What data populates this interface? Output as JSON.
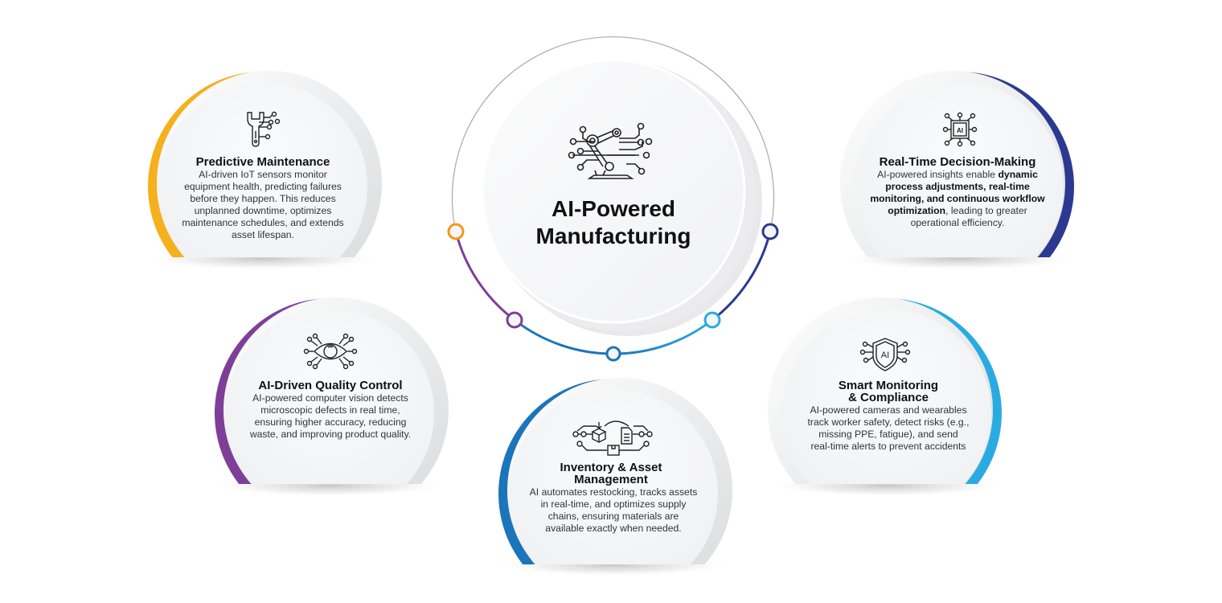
{
  "center": {
    "title_line1": "AI-Powered",
    "title_line2": "Manufacturing",
    "icon": "robotic-arm-circuit-icon"
  },
  "cards": [
    {
      "id": "predictive-maintenance",
      "title": "Predictive Maintenance",
      "icon": "wrench-circuit-icon",
      "accent": "#F5B01E",
      "lines": [
        "AI-driven IoT sensors monitor",
        "equipment health, predicting failures",
        "before they happen. This reduces",
        "unplanned downtime, optimizes",
        "maintenance schedules, and extends",
        "asset lifespan."
      ]
    },
    {
      "id": "real-time-decision-making",
      "title": "Real-Time Decision-Making",
      "icon": "ai-chip-icon",
      "accent": "#2B3990",
      "lines_rich": [
        {
          "plain": "AI-powered insights enable ",
          "bold": "dynamic"
        },
        {
          "plain": "",
          "bold": "process adjustments, real-time"
        },
        {
          "plain": "",
          "bold": "monitoring, and continuous workflow"
        },
        {
          "plain": ", leading to greater",
          "bold": "optimization",
          "bold_first": true
        },
        {
          "plain": "operational efficiency.",
          "bold": ""
        }
      ]
    },
    {
      "id": "ai-driven-quality-control",
      "title": "AI-Driven Quality Control",
      "icon": "eye-circuit-icon",
      "accent": "#7E3F98",
      "lines": [
        "AI-powered computer vision detects",
        "microscopic defects in real time,",
        "ensuring higher accuracy, reducing",
        "waste, and improving product quality."
      ]
    },
    {
      "id": "inventory-asset-management",
      "title_line1": "Inventory & Asset",
      "title_line2": "Management",
      "icon": "inventory-flow-icon",
      "accent": "#1B75BB",
      "lines": [
        "AI automates restocking, tracks assets",
        "in real-time, and optimizes supply",
        "chains, ensuring materials are",
        "available exactly when needed."
      ]
    },
    {
      "id": "smart-monitoring-compliance",
      "title_line1": "Smart Monitoring",
      "title_line2": "& Compliance",
      "icon": "ai-shield-icon",
      "accent": "#29ABE2",
      "lines": [
        "AI-powered cameras and wearables",
        "track worker safety, detect risks (e.g.,",
        "missing PPE, fatigue), and send",
        "real-time alerts to prevent accidents"
      ]
    }
  ],
  "connector_nodes": [
    {
      "color": "#F7941D",
      "label": "orange-node"
    },
    {
      "color": "#7E3F98",
      "label": "purple-node"
    },
    {
      "color": "#1B75BB",
      "label": "blue-node"
    },
    {
      "color": "#29ABE2",
      "label": "light-blue-node"
    },
    {
      "color": "#2B3990",
      "label": "navy-node"
    }
  ]
}
